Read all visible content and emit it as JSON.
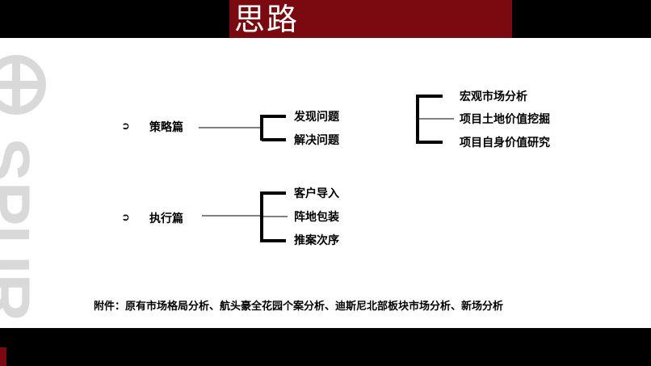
{
  "title": "思路",
  "watermark_text": "SPUR",
  "sections": {
    "strategy": {
      "bullet": "➲",
      "label": "策略篇",
      "items": [
        "发现问题",
        "解决问题"
      ],
      "sub_items": [
        "宏观市场分析",
        "项目土地价值挖掘",
        "项目自身价值研究"
      ]
    },
    "execution": {
      "bullet": "➲",
      "label": "执行篇",
      "items": [
        "客户导入",
        "阵地包装",
        "推案次序"
      ]
    }
  },
  "footer": "附件：原有市场格局分析、航头豪全花园个案分析、迪斯尼北部板块市场分析、新场分析",
  "colors": {
    "title_bg": "#7a0a0f",
    "bars": "#000000",
    "watermark": "#d9d9d9"
  }
}
